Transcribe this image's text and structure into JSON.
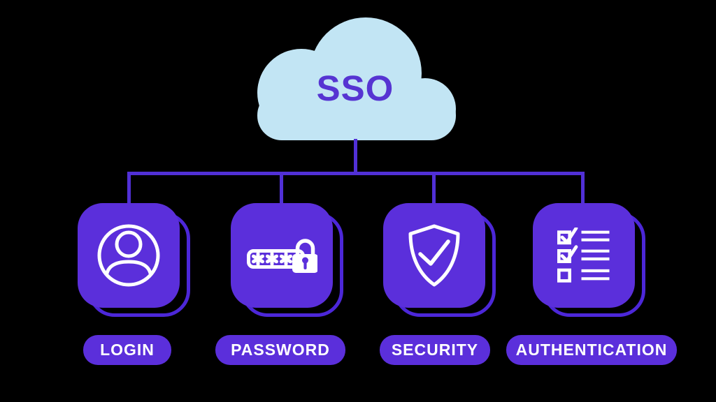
{
  "title": "SSO",
  "colors": {
    "background": "#000000",
    "cloud": "#C2E5F4",
    "title_text": "#5634D2",
    "connector": "#5130D6",
    "node_fill": "#5B2FDB",
    "node_outline": "#4C27D8",
    "label_text": "#FFFFFF"
  },
  "nodes": [
    {
      "label": "LOGIN",
      "icon": "user-icon"
    },
    {
      "label": "PASSWORD",
      "icon": "password-lock-icon"
    },
    {
      "label": "SECURITY",
      "icon": "shield-check-icon"
    },
    {
      "label": "AUTHENTICATION",
      "icon": "checklist-icon"
    }
  ]
}
